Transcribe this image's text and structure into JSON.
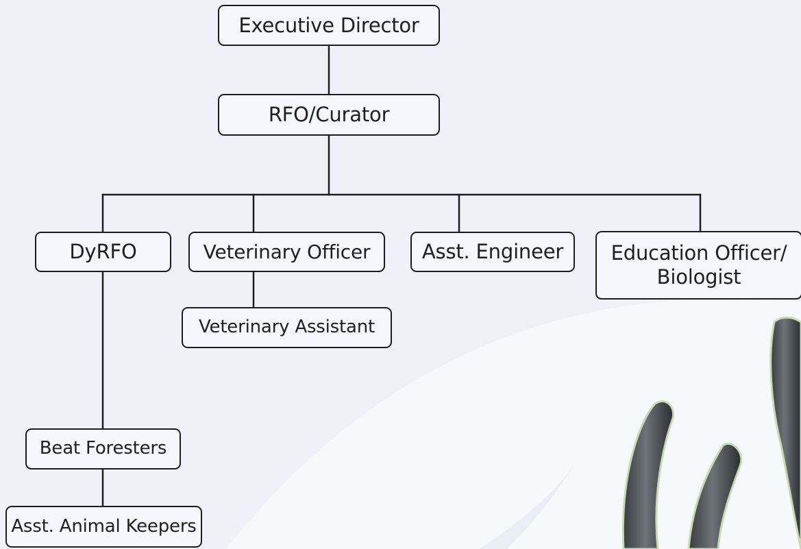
{
  "org_chart": {
    "nodes": {
      "executive_director": "Executive Director",
      "rfo_curator": "RFO/Curator",
      "dyrfo": "DyRFO",
      "veterinary_officer": "Veterinary Officer",
      "asst_engineer": "Asst. Engineer",
      "education_officer": "Education Officer/\nBiologist",
      "veterinary_assistant": "Veterinary Assistant",
      "beat_foresters": "Beat Foresters",
      "asst_animal_keepers": "Asst. Animal Keepers"
    }
  },
  "colors": {
    "background": "#eef2f8",
    "box_fill": "#f4f7fb",
    "line": "#1c1c1c",
    "text": "#1f1f1f"
  }
}
